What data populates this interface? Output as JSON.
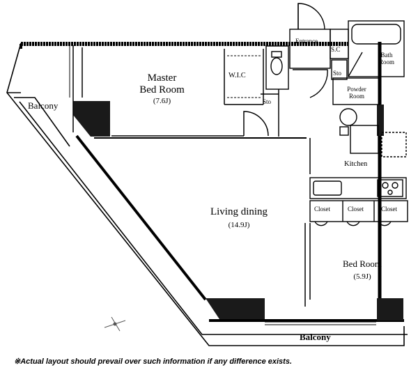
{
  "rooms": {
    "balcony_left": "Balcony",
    "master": {
      "line1": "Master",
      "line2": "Bed Room",
      "area": "(7.6J)"
    },
    "wic": "W.I.C",
    "sto_wic": "Sto",
    "entrance": "Entrance",
    "sc": "S.C",
    "sto_entrance": "Sto",
    "bath": {
      "line1": "Bath",
      "line2": "Room"
    },
    "powder": {
      "line1": "Powder",
      "line2": "Room"
    },
    "kitchen": "Kitchen",
    "living": {
      "name": "Living dining",
      "area": "(14.9J)"
    },
    "closet_1": "Closet",
    "closet_2": "Closet",
    "closet_3": "Closet",
    "bedroom": {
      "name": "Bed Room",
      "area": "(5.9J)"
    },
    "balcony_bottom": "Balcony"
  },
  "footer": {
    "disclaimer": "※Actual layout should prevail over such information if any difference exists."
  }
}
